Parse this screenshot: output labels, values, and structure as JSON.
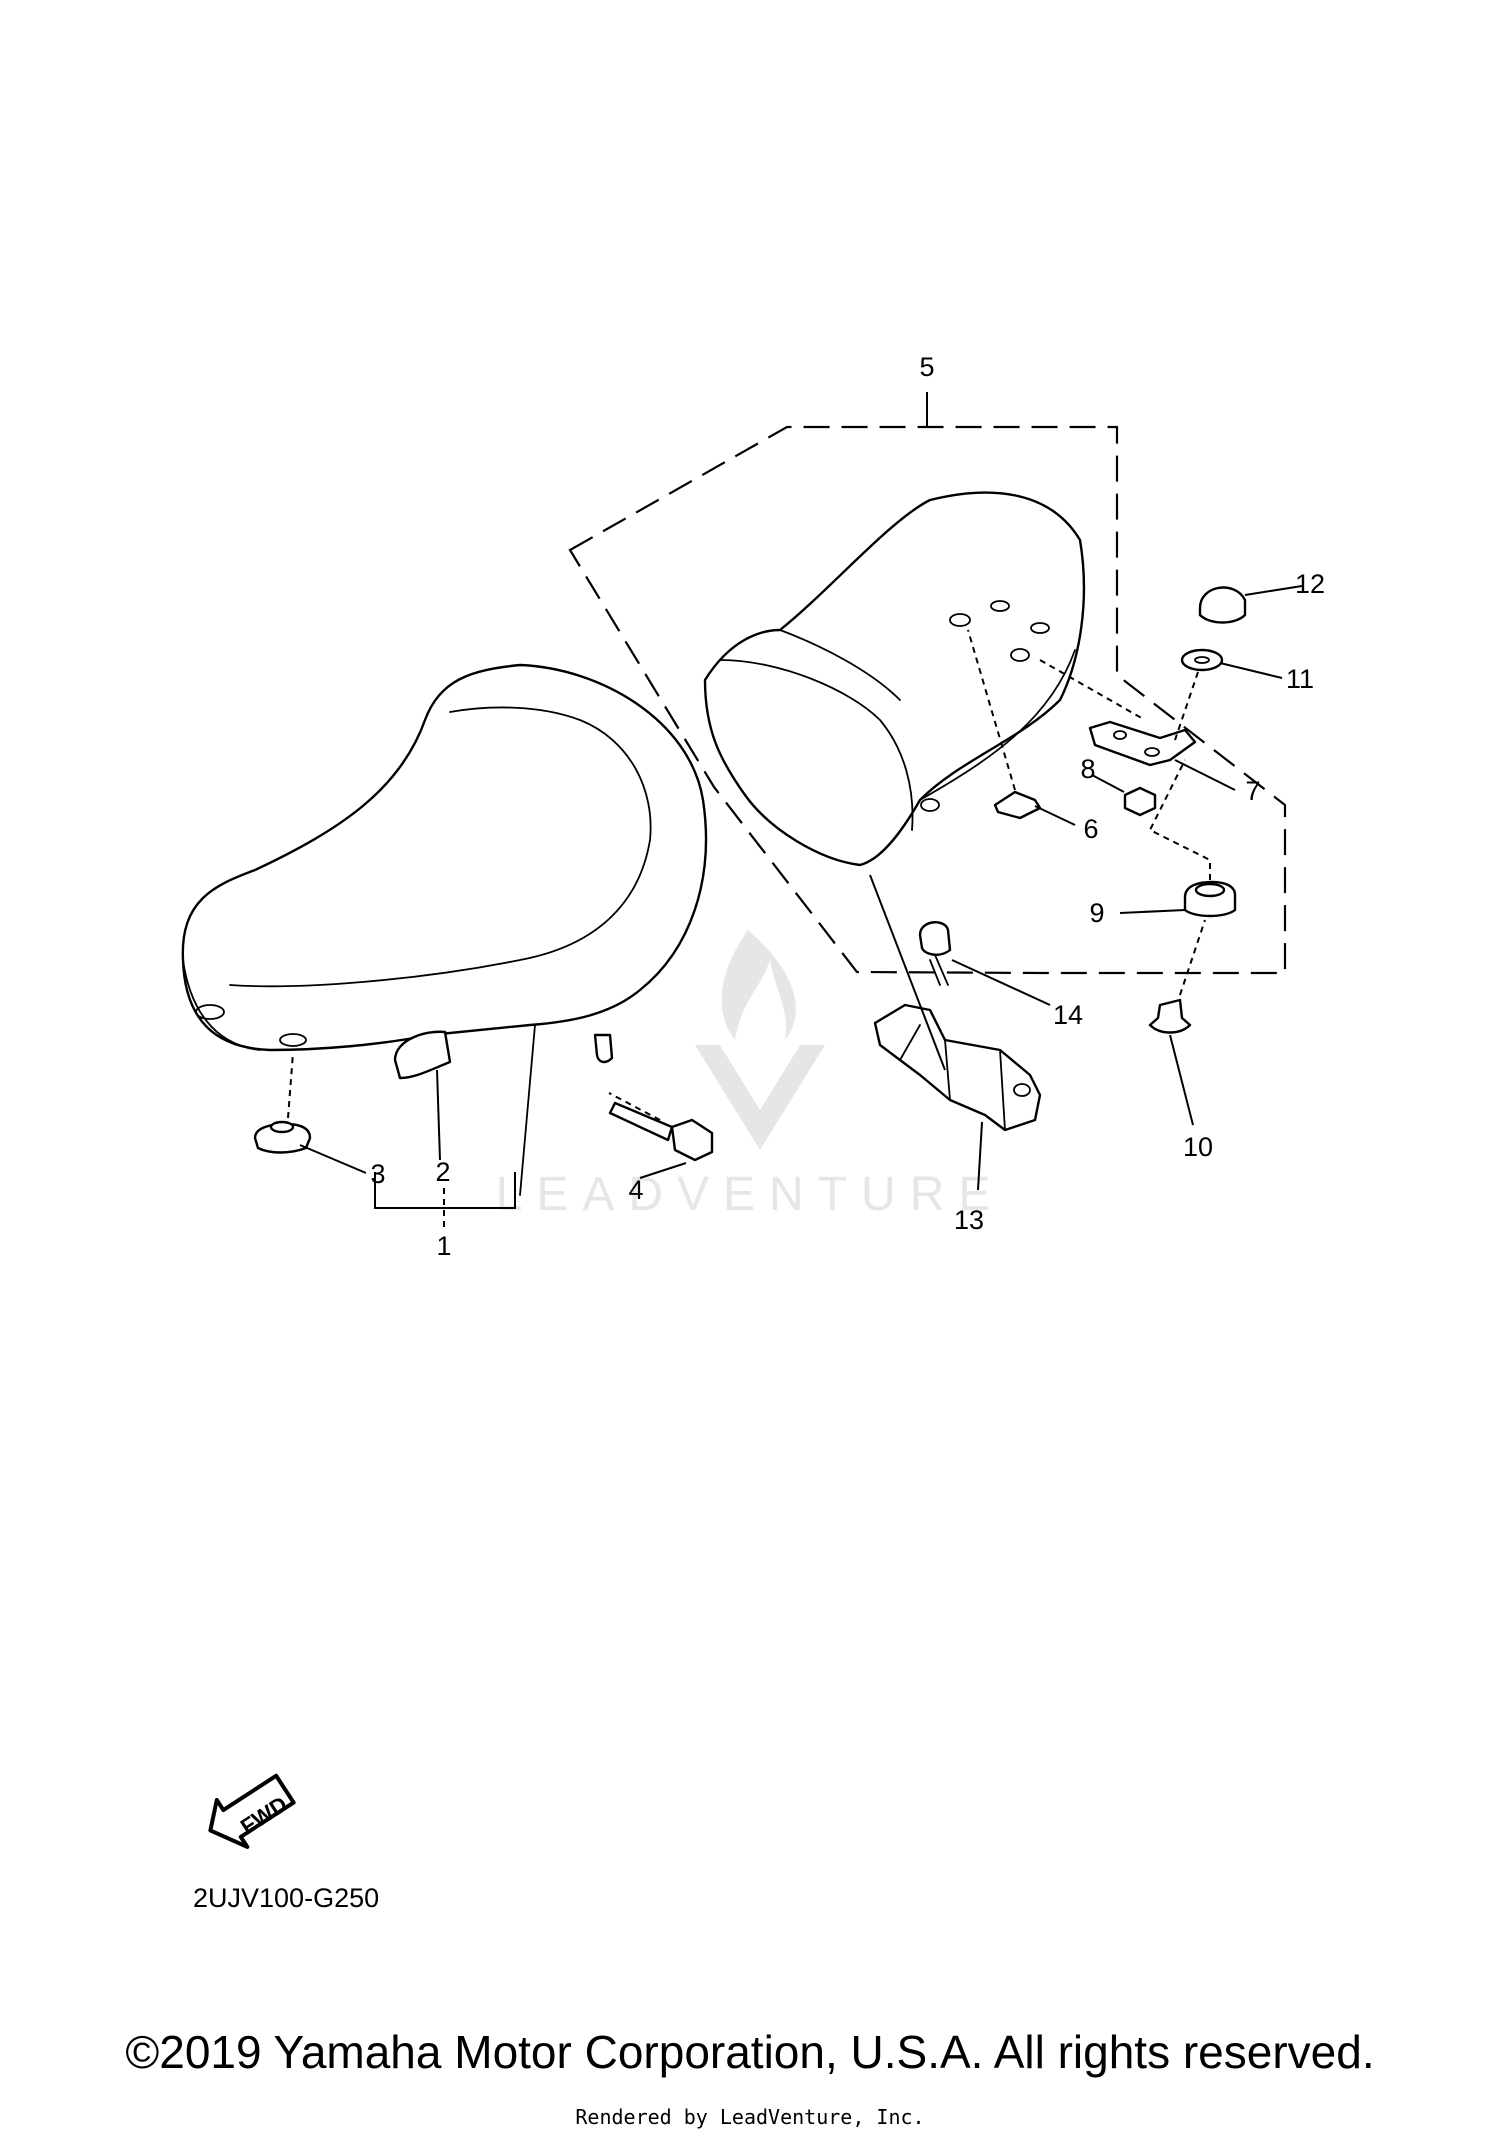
{
  "watermark": {
    "text": "LEADVENTURE",
    "color": "#e6e6e6"
  },
  "callouts": [
    "1",
    "2",
    "3",
    "4",
    "5",
    "6",
    "7",
    "8",
    "9",
    "10",
    "11",
    "12",
    "13",
    "14"
  ],
  "fwd_label": "FWD",
  "diagram_code": "2UJV100-G250",
  "copyright": "©2019 Yamaha Motor Corporation, U.S.A. All rights reserved.",
  "rendered_by": "Rendered by LeadVenture, Inc."
}
